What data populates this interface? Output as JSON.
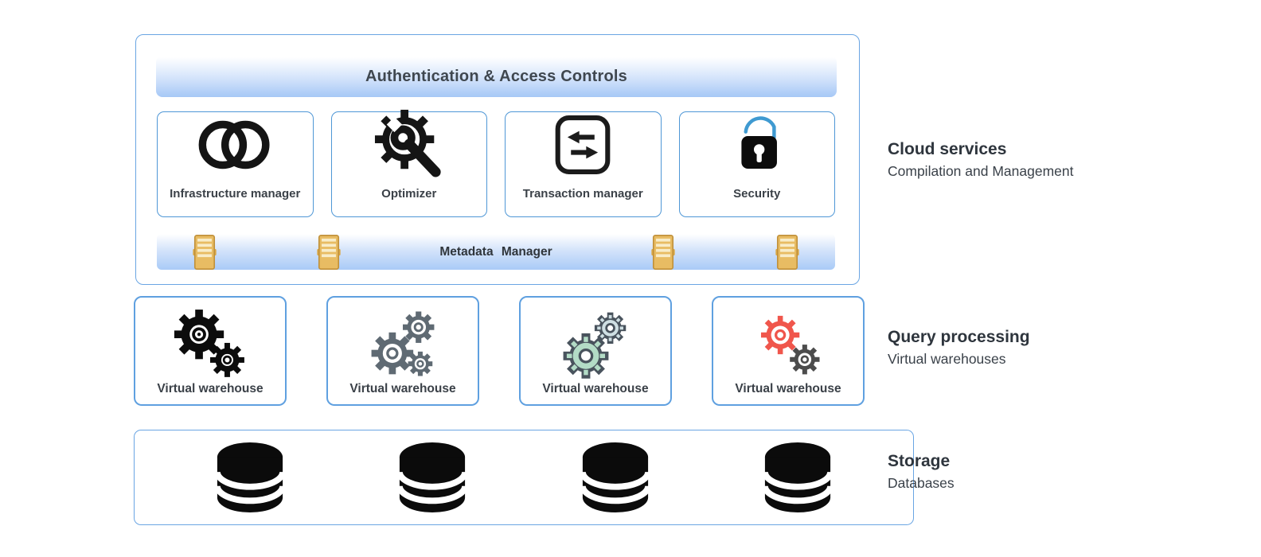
{
  "cloud": {
    "banner": "Authentication & Access Controls",
    "services": [
      {
        "label": "Infrastructure manager",
        "icon": "overlapping-rings-icon"
      },
      {
        "label": "Optimizer",
        "icon": "gear-wrench-icon"
      },
      {
        "label": "Transaction manager",
        "icon": "swap-arrows-icon"
      },
      {
        "label": "Security",
        "icon": "open-padlock-icon"
      }
    ],
    "metadata_label": "Metadata Manager",
    "metadata_icon": "gold-server-icon",
    "metadata_icon_count": 4
  },
  "query": {
    "warehouses": [
      {
        "label": "Virtual warehouse",
        "icon": "black-gears-icon"
      },
      {
        "label": "Virtual warehouse",
        "icon": "outline-gears-icon"
      },
      {
        "label": "Virtual warehouse",
        "icon": "teal-gears-icon"
      },
      {
        "label": "Virtual warehouse",
        "icon": "red-gears-icon"
      }
    ]
  },
  "storage": {
    "icon": "database-cylinder-icon",
    "count": 4
  },
  "side_labels": {
    "cloud": {
      "title": "Cloud services",
      "subtitle": "Compilation and Management"
    },
    "query": {
      "title": "Query processing",
      "subtitle": "Virtual warehouses"
    },
    "storage": {
      "title": "Storage",
      "subtitle": "Databases"
    }
  },
  "colors": {
    "box_border_blue": "#4f97d6",
    "outer_border_blue": "#6aa5e3",
    "banner_gradient_bottom": "#a6c8f6",
    "text_dark": "#3b4148",
    "gold_server": "#e8bc63",
    "teal_gear_fill": "#b3dcc6",
    "bluegray_gear_fill": "#cfdfe3",
    "red_gear": "#f0564c",
    "gear_outline_dark": "#49535d",
    "lock_shackle_blue": "#3f9ad1",
    "icon_black": "#0c0c0c"
  }
}
